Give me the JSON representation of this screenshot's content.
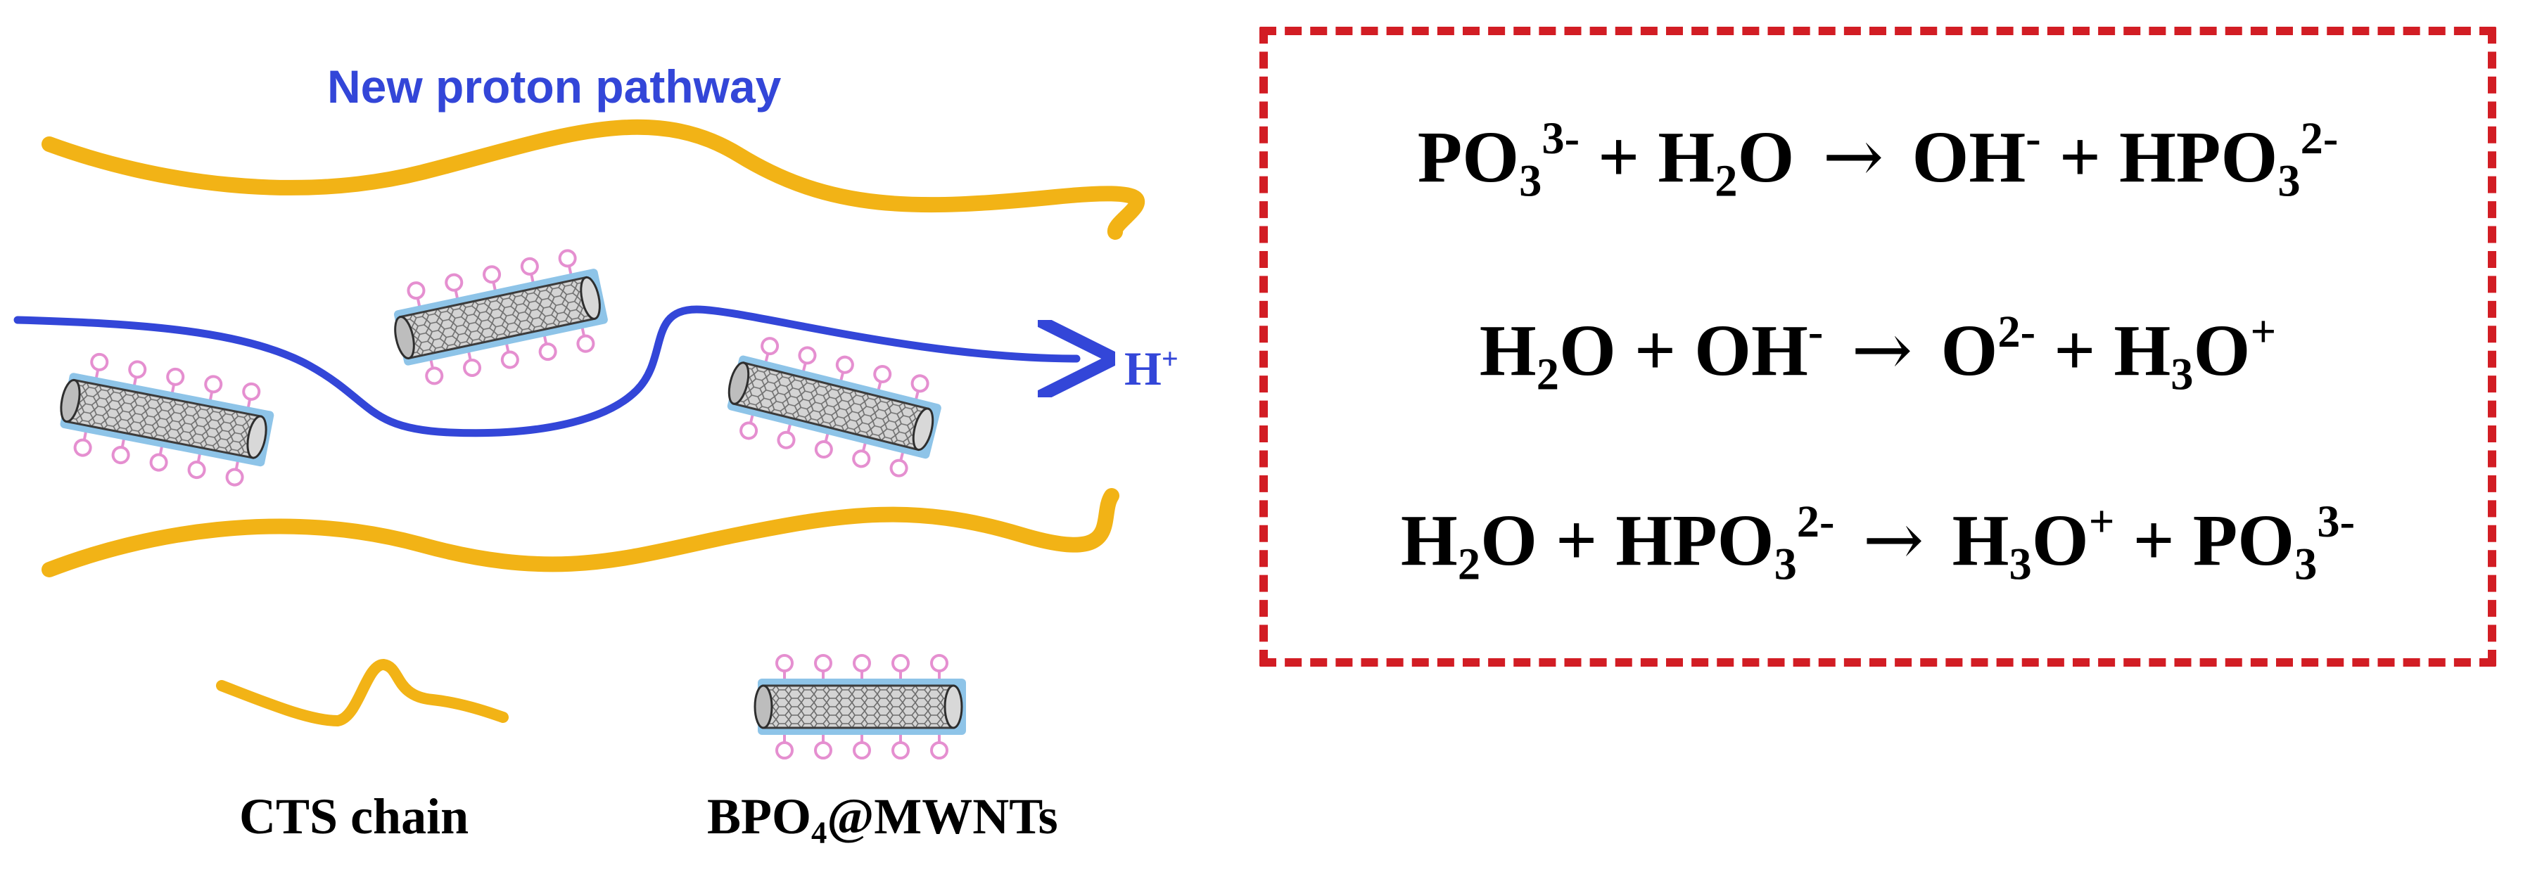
{
  "diagram": {
    "title": "New proton pathway",
    "proton": {
      "base": "H",
      "charge": "+"
    },
    "legend": {
      "chain_label": "CTS chain",
      "tube_label": {
        "pre": "BPO",
        "sub": "4",
        "post": "@MWNTs"
      }
    }
  },
  "equations": {
    "eq1": {
      "a_base": "PO",
      "a_sub": "3",
      "a_sup": "3-",
      "plus1": "+",
      "b_base": "H",
      "b_sub": "2",
      "b_post": "O",
      "arrow": "→",
      "c_base": "OH",
      "c_sup": "-",
      "plus2": "+",
      "d_base": "HPO",
      "d_sub": "3",
      "d_sup": "2-"
    },
    "eq2": {
      "a_base": "H",
      "a_sub": "2",
      "a_post": "O",
      "plus1": "+",
      "b_base": "OH",
      "b_sup": "-",
      "arrow": "→",
      "c_base": "O",
      "c_sup": "2-",
      "plus2": "+",
      "d_base": "H",
      "d_sub": "3",
      "d_post": "O",
      "d_sup": "+"
    },
    "eq3": {
      "a_base": "H",
      "a_sub": "2",
      "a_post": "O",
      "plus1": "+",
      "b_base": "HPO",
      "b_sub": "3",
      "b_sup": "2-",
      "arrow": "→",
      "c_base": "H",
      "c_sub": "3",
      "c_post": "O",
      "c_sup": "+",
      "plus2": "+",
      "d_base": "PO",
      "d_sub": "3",
      "d_sup": "3-"
    }
  },
  "colors": {
    "chain": "#f2b316",
    "pathway": "#3346d8",
    "box_border": "#d21d24",
    "tube_coating": "#8ec4e8",
    "tube_body": "#c9c9c9",
    "tube_groups": "#e58fd0"
  }
}
